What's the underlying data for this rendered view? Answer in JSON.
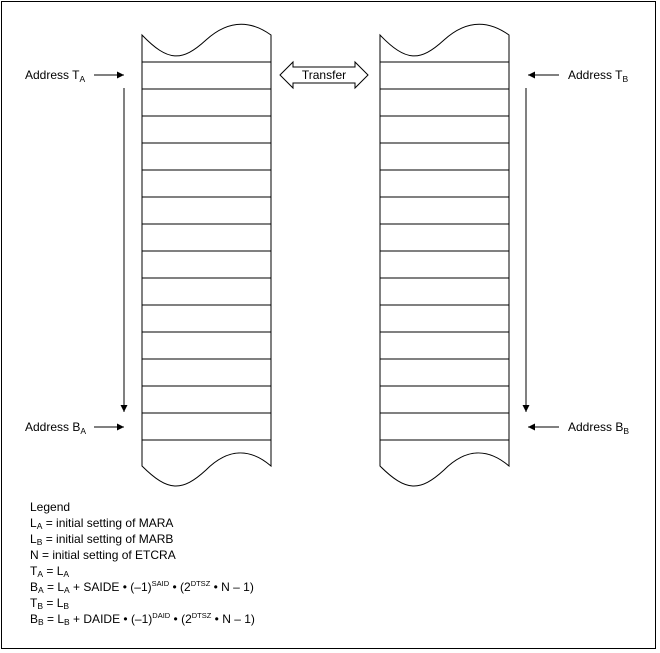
{
  "labels": {
    "address_ta": {
      "main": "Address T",
      "sub": "A"
    },
    "address_ba": {
      "main": "Address B",
      "sub": "A"
    },
    "address_tb": {
      "main": "Address T",
      "sub": "B"
    },
    "address_bb": {
      "main": "Address B",
      "sub": "B"
    },
    "transfer": "Transfer"
  },
  "legend": {
    "title": "Legend",
    "la": {
      "sym": "L",
      "sub": "A",
      "text": " = initial setting of MARA"
    },
    "lb": {
      "sym": "L",
      "sub": "B",
      "text": " = initial setting of MARB"
    },
    "n": {
      "text": "N  = initial setting of ETCRA"
    },
    "ta": {
      "sym": "T",
      "sub": "A",
      "eq": " = L",
      "sub2": "A"
    },
    "ba": {
      "sym": "B",
      "sub": "A",
      "eq": " = L",
      "sub2": "A",
      "p1": " + SAIDE • (–1)",
      "sup1": "SAID",
      "p2": " • (2",
      "sup2": "DTSZ",
      "p3": " • N – 1)"
    },
    "tb": {
      "sym": "T",
      "sub": "B",
      "eq": " = L",
      "sub2": "B"
    },
    "bb": {
      "sym": "B",
      "sub": "B",
      "eq": " = L",
      "sub2": "B",
      "p1": " + DAIDE • (–1)",
      "sup1": "DAID",
      "p2": " • (2",
      "sup2": "DTSZ",
      "p3": " • N – 1)"
    }
  },
  "colors": {
    "stroke": "#000000",
    "background": "#ffffff"
  }
}
